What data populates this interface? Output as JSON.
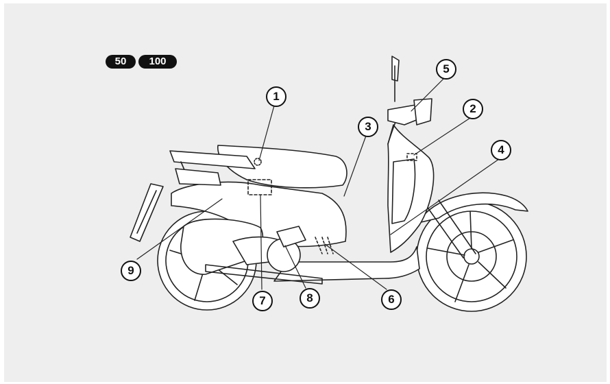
{
  "variant_badges": [
    "50",
    "100"
  ],
  "callouts": [
    "1",
    "2",
    "3",
    "4",
    "5",
    "6",
    "7",
    "8",
    "9"
  ],
  "colors": {
    "background": "#eeeeee",
    "line": "#222222",
    "badge": "#111111"
  }
}
